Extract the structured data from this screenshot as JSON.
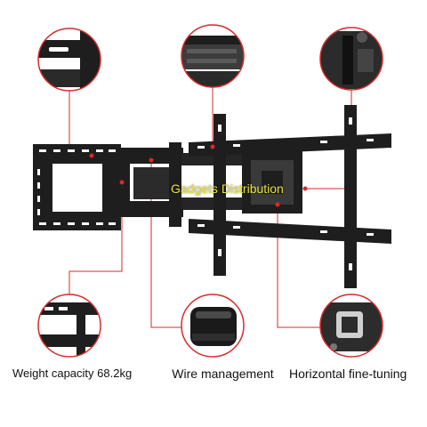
{
  "captions": {
    "weight": "Weight capacity 68.2kg",
    "wire": "Wire management",
    "tuning": "Horizontal fine-tuning"
  },
  "watermark": "Gadgets Distribution",
  "colors": {
    "accent_red": "#d62b2b",
    "mount_black": "#1e1e1e",
    "background": "#ffffff"
  }
}
